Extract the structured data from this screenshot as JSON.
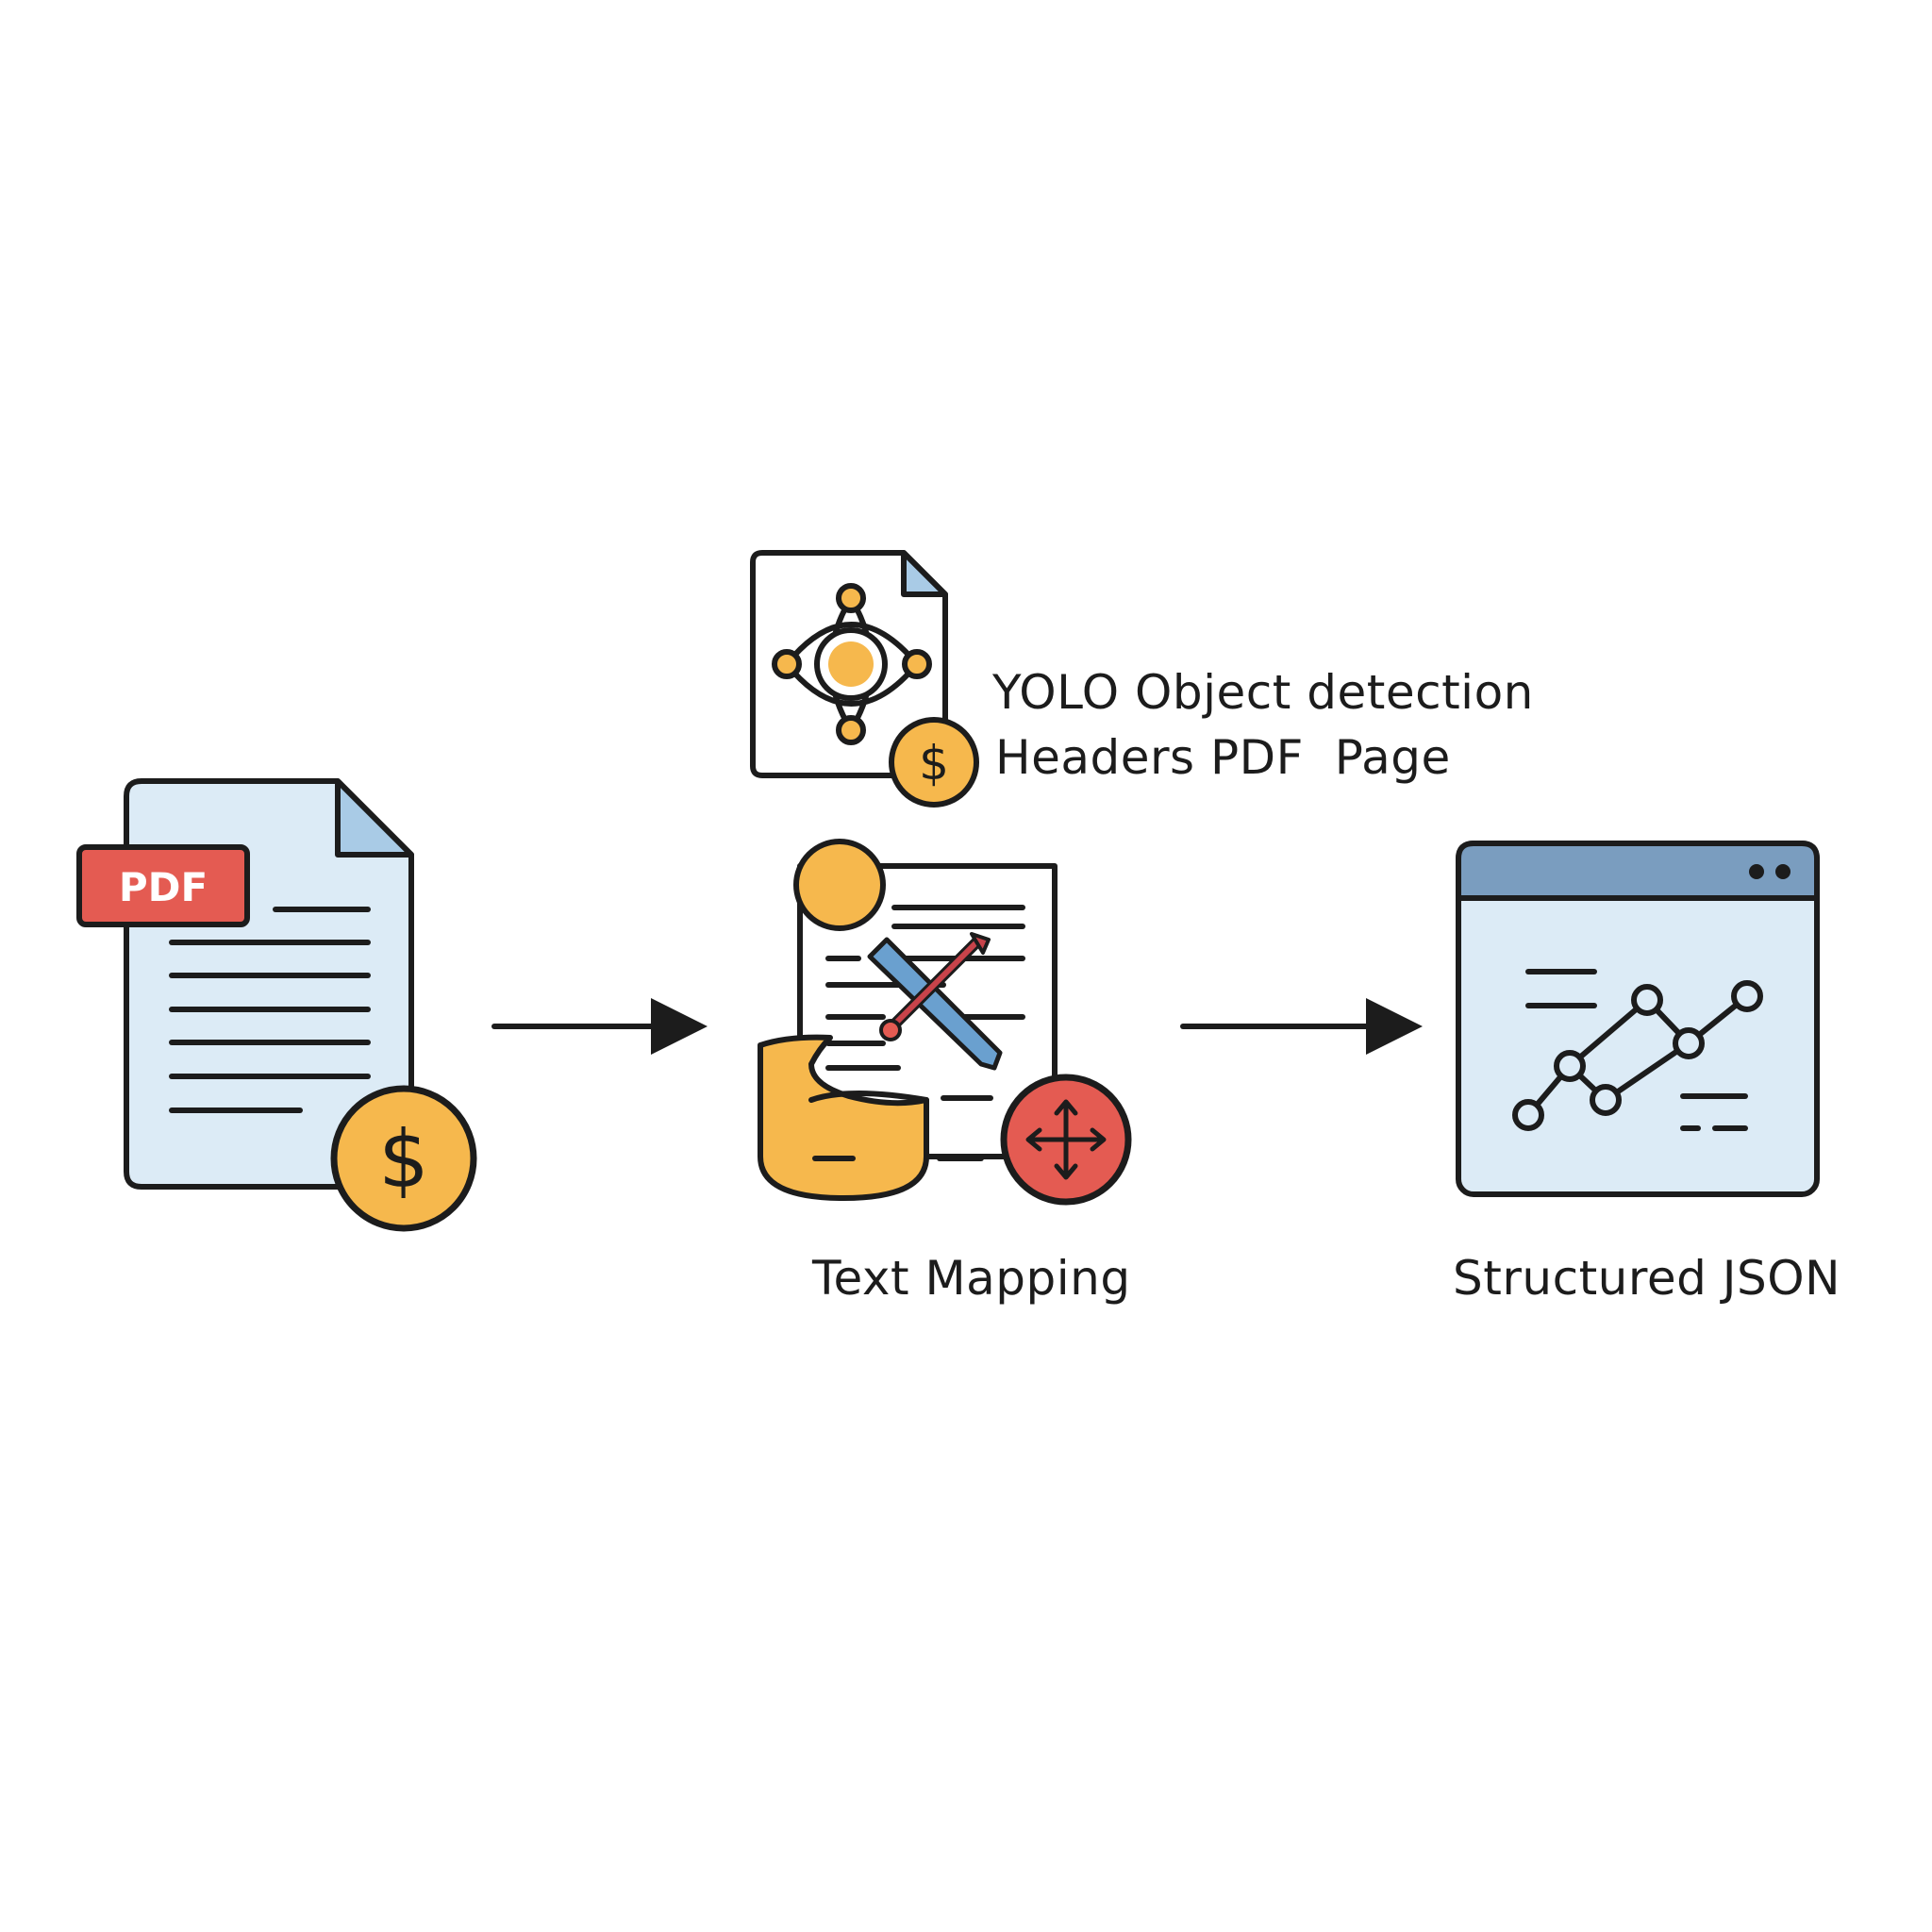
{
  "colors": {
    "ink": "#1c1c1c",
    "paper": "#dcebf6",
    "fold": "#a9cbe6",
    "orange": "#f6b84d",
    "red": "#e45b52",
    "blue": "#7a9dbf",
    "pen_blue": "#6aa0cf",
    "pen_red": "#c8434a"
  },
  "nodes": {
    "pdf": {
      "badge": "PDF",
      "coin": "$"
    },
    "detect": {
      "coin": "$",
      "label_line1": "YOLO Object detection",
      "label_line2": "Headers PDF  Page"
    },
    "mapping": {
      "label": "Text Mapping"
    },
    "json": {
      "label": "Structured JSON"
    }
  },
  "icons": {
    "pdf": "pdf-document-icon",
    "detect": "object-detection-icon",
    "mapping": "text-mapping-icon",
    "json": "json-window-chart-icon",
    "move": "move-arrows-icon",
    "coin": "dollar-coin-icon"
  }
}
